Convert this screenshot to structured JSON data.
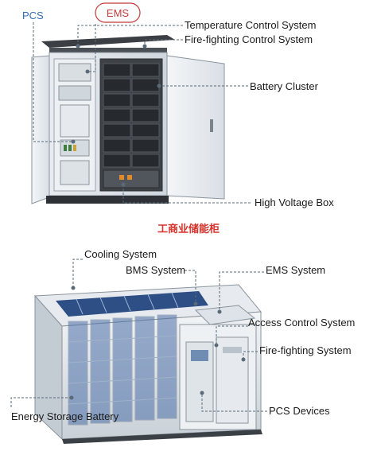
{
  "top": {
    "pcs": "PCS",
    "ems": "EMS",
    "temperature": "Temperature Control System",
    "firefighting": "Fire-fighting Control System",
    "battery_cluster": "Battery Cluster",
    "hv_box": "High Voltage Box"
  },
  "caption": "工商业储能柜",
  "bottom": {
    "cooling": "Cooling System",
    "bms": "BMS System",
    "ems": "EMS System",
    "access": "Access Control System",
    "firefighting": "Fire-fighting System",
    "storage": "Energy Storage Battery",
    "pcs": "PCS Devices"
  },
  "colors": {
    "caption": "#d8322b",
    "ems": "#c23a3a",
    "pcs": "#2f6fb0"
  }
}
